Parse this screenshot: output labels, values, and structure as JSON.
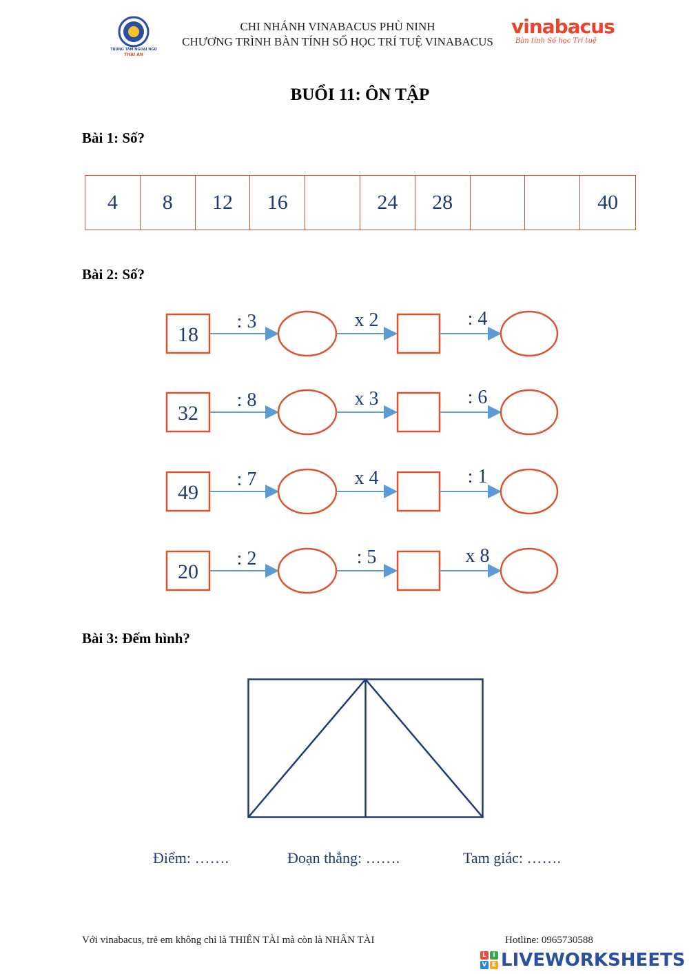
{
  "header": {
    "line1": "CHI NHÁNH VINABACUS PHÙ NINH",
    "line2": "CHƯƠNG TRÌNH BÀN TÍNH SỐ HỌC TRÍ TUỆ VINABACUS",
    "left_logo": {
      "caption1": "TRUNG TÂM NGOẠI NGỮ",
      "caption2": "THÁI AN"
    },
    "right_logo": {
      "brand": "vinabacus",
      "tagline": "Bàn tính Số học Trí tuệ"
    }
  },
  "title": "BUỔI 11: ÔN TẬP",
  "exercise1": {
    "heading": "Bài 1: Số?",
    "cells": [
      "4",
      "8",
      "12",
      "16",
      "",
      "24",
      "28",
      "",
      "",
      "40"
    ]
  },
  "exercise2": {
    "heading": "Bài 2: Số?",
    "rows": [
      {
        "start": "18",
        "op1": ": 3",
        "op2": "x 2",
        "op3": ": 4"
      },
      {
        "start": "32",
        "op1": ": 8",
        "op2": "x 3",
        "op3": ": 6"
      },
      {
        "start": "49",
        "op1": ": 7",
        "op2": "x 4",
        "op3": ": 1"
      },
      {
        "start": "20",
        "op1": ": 2",
        "op2": ": 5",
        "op3": "x 8"
      }
    ]
  },
  "exercise3": {
    "heading": "Bài 3: Đếm hình?",
    "labels": {
      "points": "Điểm: …….",
      "segments": "Đoạn thẳng: …….",
      "triangles": "Tam giác: ……."
    }
  },
  "footer": {
    "slogan": "Với vinabacus, trẻ em không chỉ là THIÊN TÀI mà còn là NHÂN TÀI",
    "hotline": "Hotline: 0965730588",
    "brand": "LIVEWORKSHEETS",
    "badge": [
      "L",
      "I",
      "V",
      "E"
    ]
  },
  "colors": {
    "accent": "#d9532c",
    "blue_text": "#1f3a73",
    "arrow": "#5b9bd5",
    "figure": "#1f3a73"
  }
}
